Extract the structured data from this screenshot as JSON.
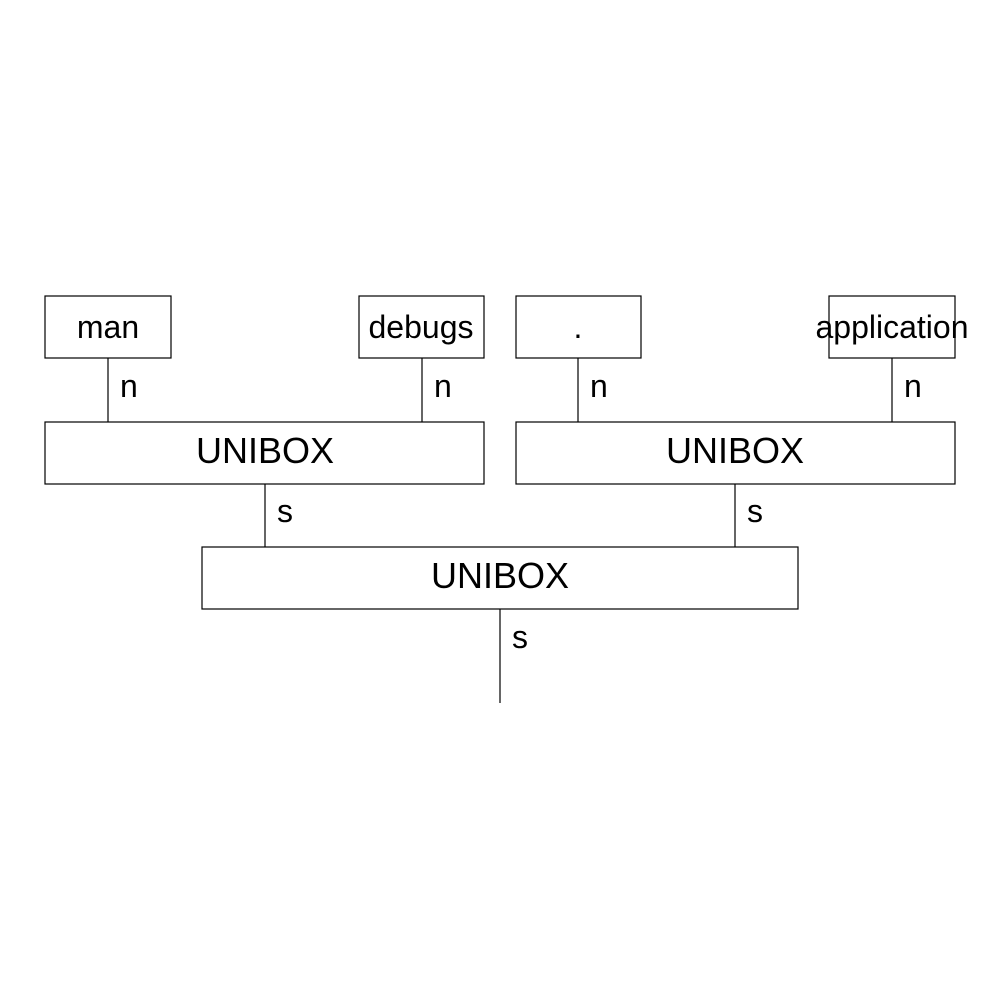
{
  "diagram": {
    "leaves": [
      {
        "text": "man",
        "edge": "n"
      },
      {
        "text": "debugs",
        "edge": "n"
      },
      {
        "text": ".",
        "edge": "n"
      },
      {
        "text": "application",
        "edge": "n"
      }
    ],
    "combiners": [
      {
        "text": "UNIBOX",
        "edge": "s"
      },
      {
        "text": "UNIBOX",
        "edge": "s"
      }
    ],
    "root": {
      "text": "UNIBOX",
      "edge": "s"
    }
  }
}
